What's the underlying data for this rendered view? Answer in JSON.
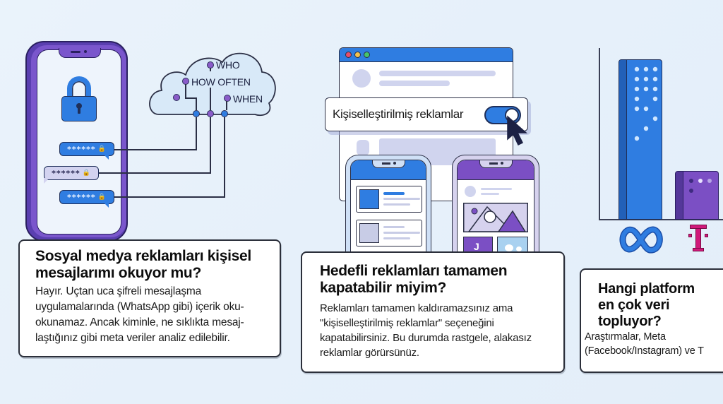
{
  "panels": [
    {
      "title": "Sosyal medya reklamları kişisel mesajlarımı okuyor mu?",
      "title_lines": [
        "Sosyal medya reklamları kişisel",
        "mesajlarımı okuyor mu?"
      ],
      "body_lines": [
        "Hayır. Uçtan uca şifreli mesajlaşma",
        "uygulamalarında (WhatsApp gibi) içerik oku-",
        "okunamaz. Ancak kiminle, ne sıklıkta mesaj-",
        "laştığınız gibi meta veriler analiz edilebilir."
      ],
      "illustration": {
        "icons": [
          "phone-icon",
          "padlock-icon",
          "cloud-icon"
        ],
        "cloud_labels": [
          "WHO",
          "HOW OFTEN",
          "WHEN"
        ],
        "message_bubbles": [
          {
            "text": "******",
            "style": "blue",
            "icon": "lock-icon"
          },
          {
            "text": "******",
            "style": "lilac",
            "icon": "lock-icon"
          },
          {
            "text": "******",
            "style": "blue",
            "icon": "lock-icon"
          }
        ]
      }
    },
    {
      "title": "Hedefli reklamları tamamen kapatabilir miyim?",
      "title_lines": [
        "Hedefli reklamları tamamen",
        "kapatabilir miyim?"
      ],
      "body_lines": [
        "Reklamları tamamen kaldıramazsınız ama",
        "\"kişiselleştirilmiş reklamlar\" seçeneğini",
        "kapatabilirsiniz. Bu durumda rastgele, alakasız",
        "reklamlar görürsünüz."
      ],
      "illustration": {
        "toggle_label": "Kişiselleştirilmiş reklamlar",
        "toggle_state": "on",
        "icons": [
          "browser-window-icon",
          "toggle-icon",
          "cursor-icon",
          "phone-feed-icon",
          "phone-gallery-icon"
        ]
      }
    },
    {
      "title": "Hangi platform en çok veri topluyor?",
      "title_lines": [
        "Hangi platform",
        "en çok veri",
        "topluyor?"
      ],
      "body_lines": [
        "Araştırmalar, Meta",
        "(Facebook/Instagram) ve T"
      ],
      "illustration": {
        "bars": [
          {
            "label": "Meta",
            "icon": "meta-logo-icon",
            "relative_height": 100,
            "color": "#2f7de1"
          },
          {
            "label": "T",
            "icon": "telekom-logo-icon",
            "relative_height": 30,
            "color": "#7b4fc4"
          }
        ]
      }
    }
  ],
  "colors": {
    "background": "#e8f1fa",
    "blue": "#2f7de1",
    "purple": "#7b4fc4",
    "lilac": "#d3d3f0",
    "telekom_magenta": "#d0197a",
    "outline": "#2b2f3a"
  }
}
